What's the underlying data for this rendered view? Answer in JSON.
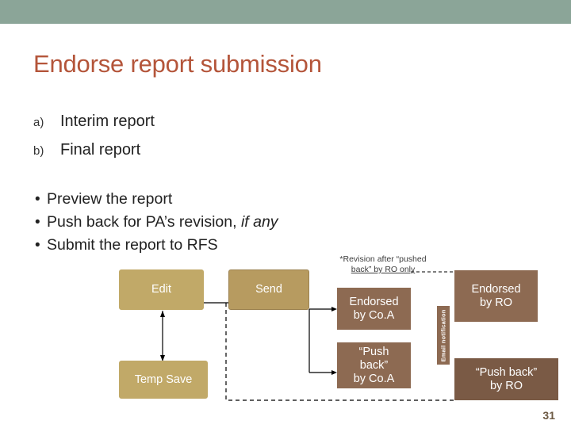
{
  "slide": {
    "title": "Endorse report submission",
    "page_number": "31",
    "band_color": "#8ba598",
    "title_color": "#b4553a"
  },
  "lettered_list": [
    {
      "marker": "a)",
      "text": "Interim report"
    },
    {
      "marker": "b)",
      "text": "Final report"
    }
  ],
  "bullets": [
    {
      "dot": "•",
      "text": "Preview the report",
      "italic": ""
    },
    {
      "dot": "•",
      "text": "Push back for PA’s revision, ",
      "italic": "if any"
    },
    {
      "dot": "•",
      "text": "Submit the report to RFS",
      "italic": ""
    }
  ],
  "diagram": {
    "note": {
      "line1": "*Revision after “pushed",
      "line2": "back” by RO only"
    },
    "vertical_label": "Email notification",
    "boxes": [
      {
        "id": "edit",
        "label": "Edit",
        "color": "#c1a968"
      },
      {
        "id": "send",
        "label": "Send",
        "color": "#b79b60"
      },
      {
        "id": "temp-save",
        "label": "Temp Save",
        "color": "#c1a968"
      },
      {
        "id": "endorsed-coa",
        "label": "Endorsed\nby Co.A",
        "color": "#8d6a52"
      },
      {
        "id": "push-back-coa",
        "label": "“Push\nback”\nby Co.A",
        "color": "#8d6a52"
      },
      {
        "id": "endorsed-ro",
        "label": "Endorsed\nby RO",
        "color": "#8d6a52"
      },
      {
        "id": "push-back-ro",
        "label": "“Push back”\nby RO",
        "color": "#7a5a45"
      }
    ]
  }
}
